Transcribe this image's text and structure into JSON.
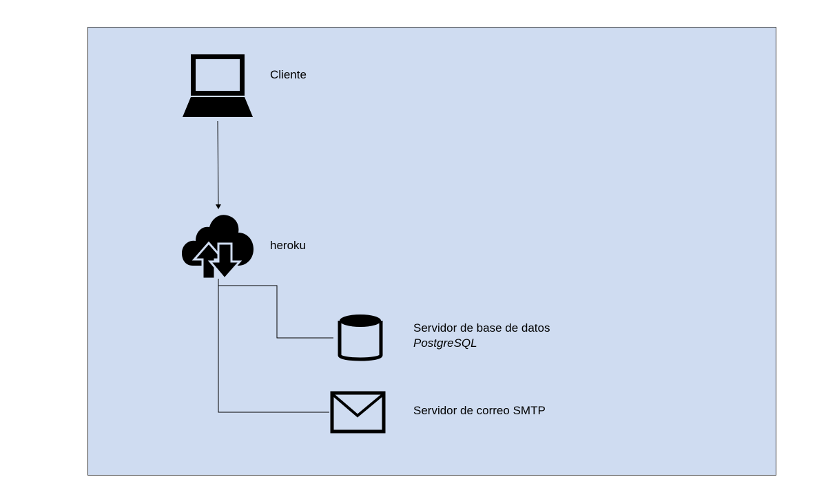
{
  "nodes": {
    "client": {
      "label": "Cliente",
      "icon": "laptop-icon"
    },
    "heroku": {
      "label": "heroku",
      "icon": "cloud-upload-download-icon"
    },
    "database": {
      "label": "Servidor de base de datos",
      "sublabel": "PostgreSQL",
      "icon": "database-icon"
    },
    "mail": {
      "label": "Servidor de correo SMTP",
      "icon": "mail-icon"
    }
  },
  "edges": [
    {
      "from": "client",
      "to": "heroku",
      "arrow": true
    },
    {
      "from": "heroku",
      "to": "database",
      "arrow": false
    },
    {
      "from": "heroku",
      "to": "mail",
      "arrow": false
    }
  ],
  "colors": {
    "background": "#cfdcf1",
    "border": "#3a3a3a",
    "icon": "#000000"
  }
}
